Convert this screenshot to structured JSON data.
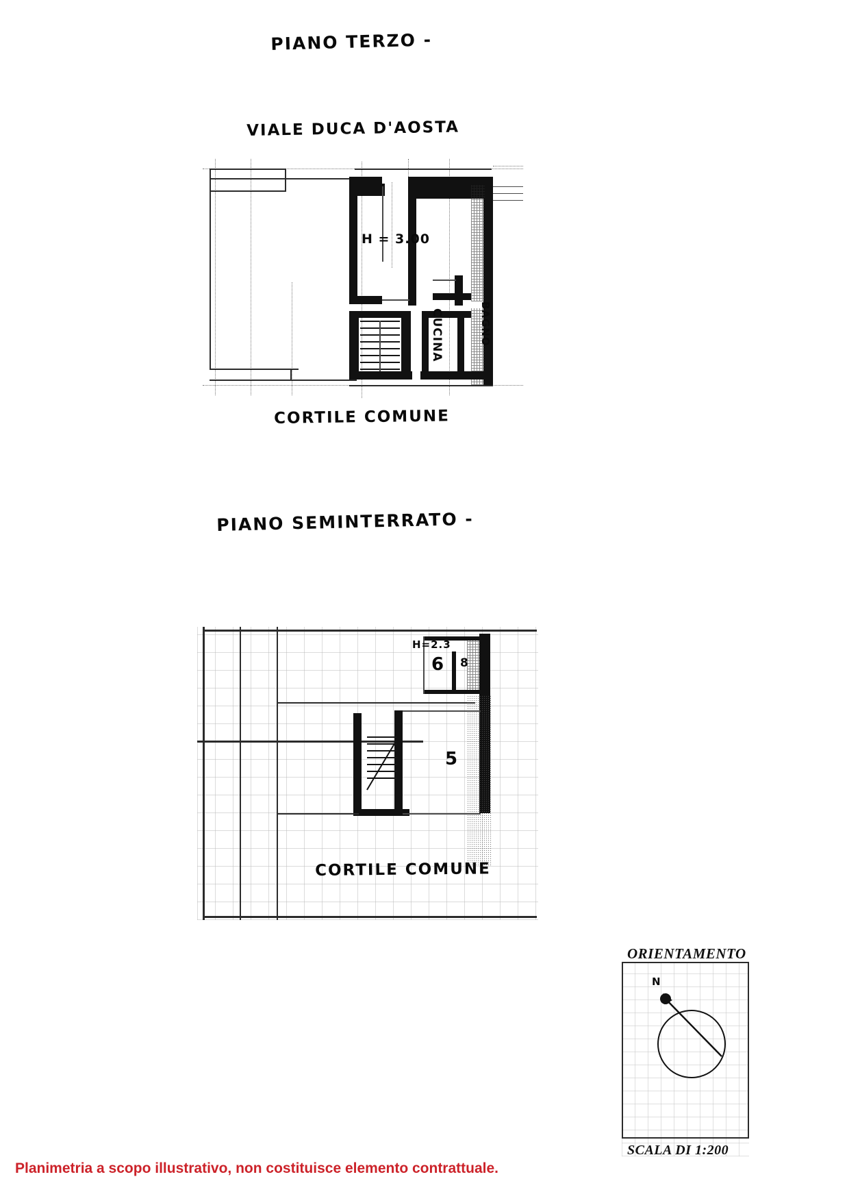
{
  "document": {
    "type": "planimetria-catastale",
    "footer_disclaimer": "Planimetria a scopo illustrativo, non costituisce elemento contrattuale.",
    "footer_color": "#cc2229"
  },
  "upper_plan": {
    "floor_title": "PIANO TERZO -",
    "street_label": "VIALE DUCA D'AOSTA",
    "courtyard_label": "CORTILE COMUNE",
    "height_note": "H = 3.00",
    "rooms": [
      {
        "label": "CUCINA",
        "orientation": "vertical"
      },
      {
        "label": "BAGNO",
        "orientation": "vertical"
      }
    ]
  },
  "lower_plan": {
    "floor_title": "PIANO SEMINTERRATO -",
    "courtyard_label": "CORTILE COMUNE",
    "height_note": "H=2.3",
    "room_numbers": [
      "6",
      "5"
    ],
    "sub_number": "8"
  },
  "orientation_box": {
    "title": "ORIENTAMENTO",
    "scale": "SCALA DI 1:200",
    "north_marker": "N"
  }
}
